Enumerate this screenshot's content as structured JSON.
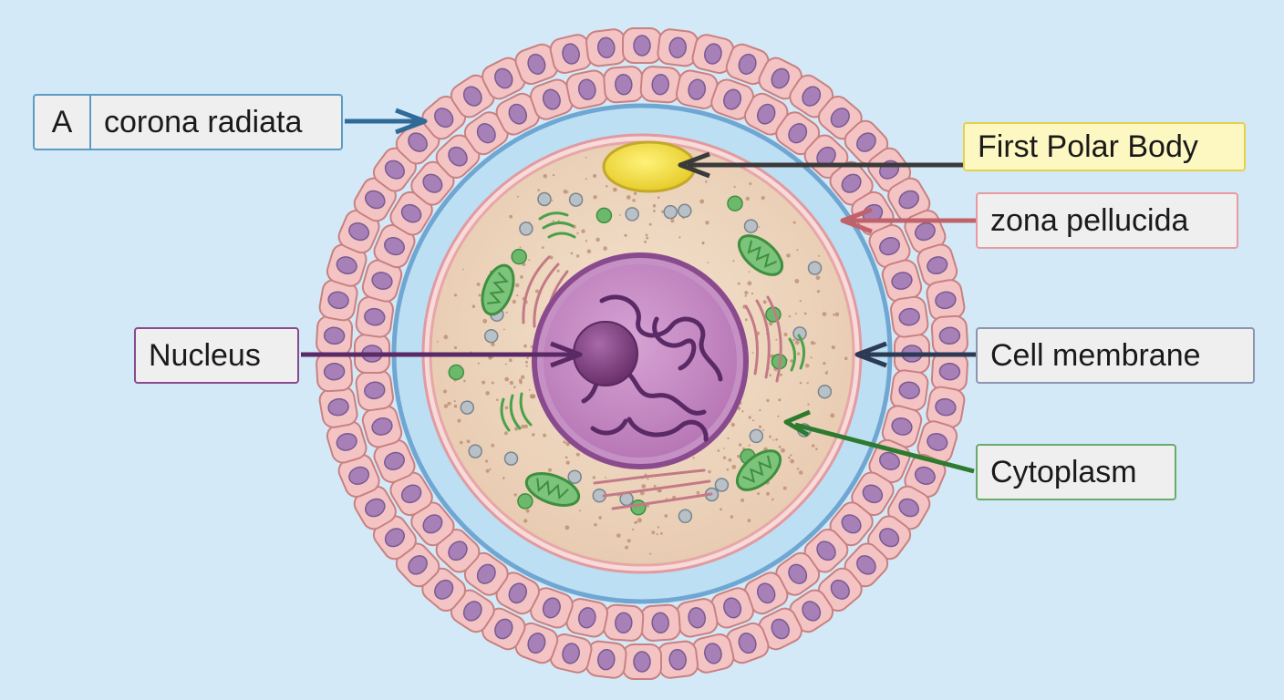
{
  "labels": {
    "corona_letter": "A",
    "corona": "corona radiata",
    "polar_body": "First Polar Body",
    "zona": "zona pellucida",
    "nucleus": "Nucleus",
    "membrane": "Cell membrane",
    "cytoplasm": "Cytoplasm"
  },
  "colors": {
    "background": "#d3e9f7",
    "corona": "#4a8fc0",
    "polar_body": "#e6d24a",
    "zona": "#e79aa0",
    "nucleus": "#8a4a8e",
    "membrane": "#8a96b0",
    "cytoplasm": "#6aaa6a"
  }
}
